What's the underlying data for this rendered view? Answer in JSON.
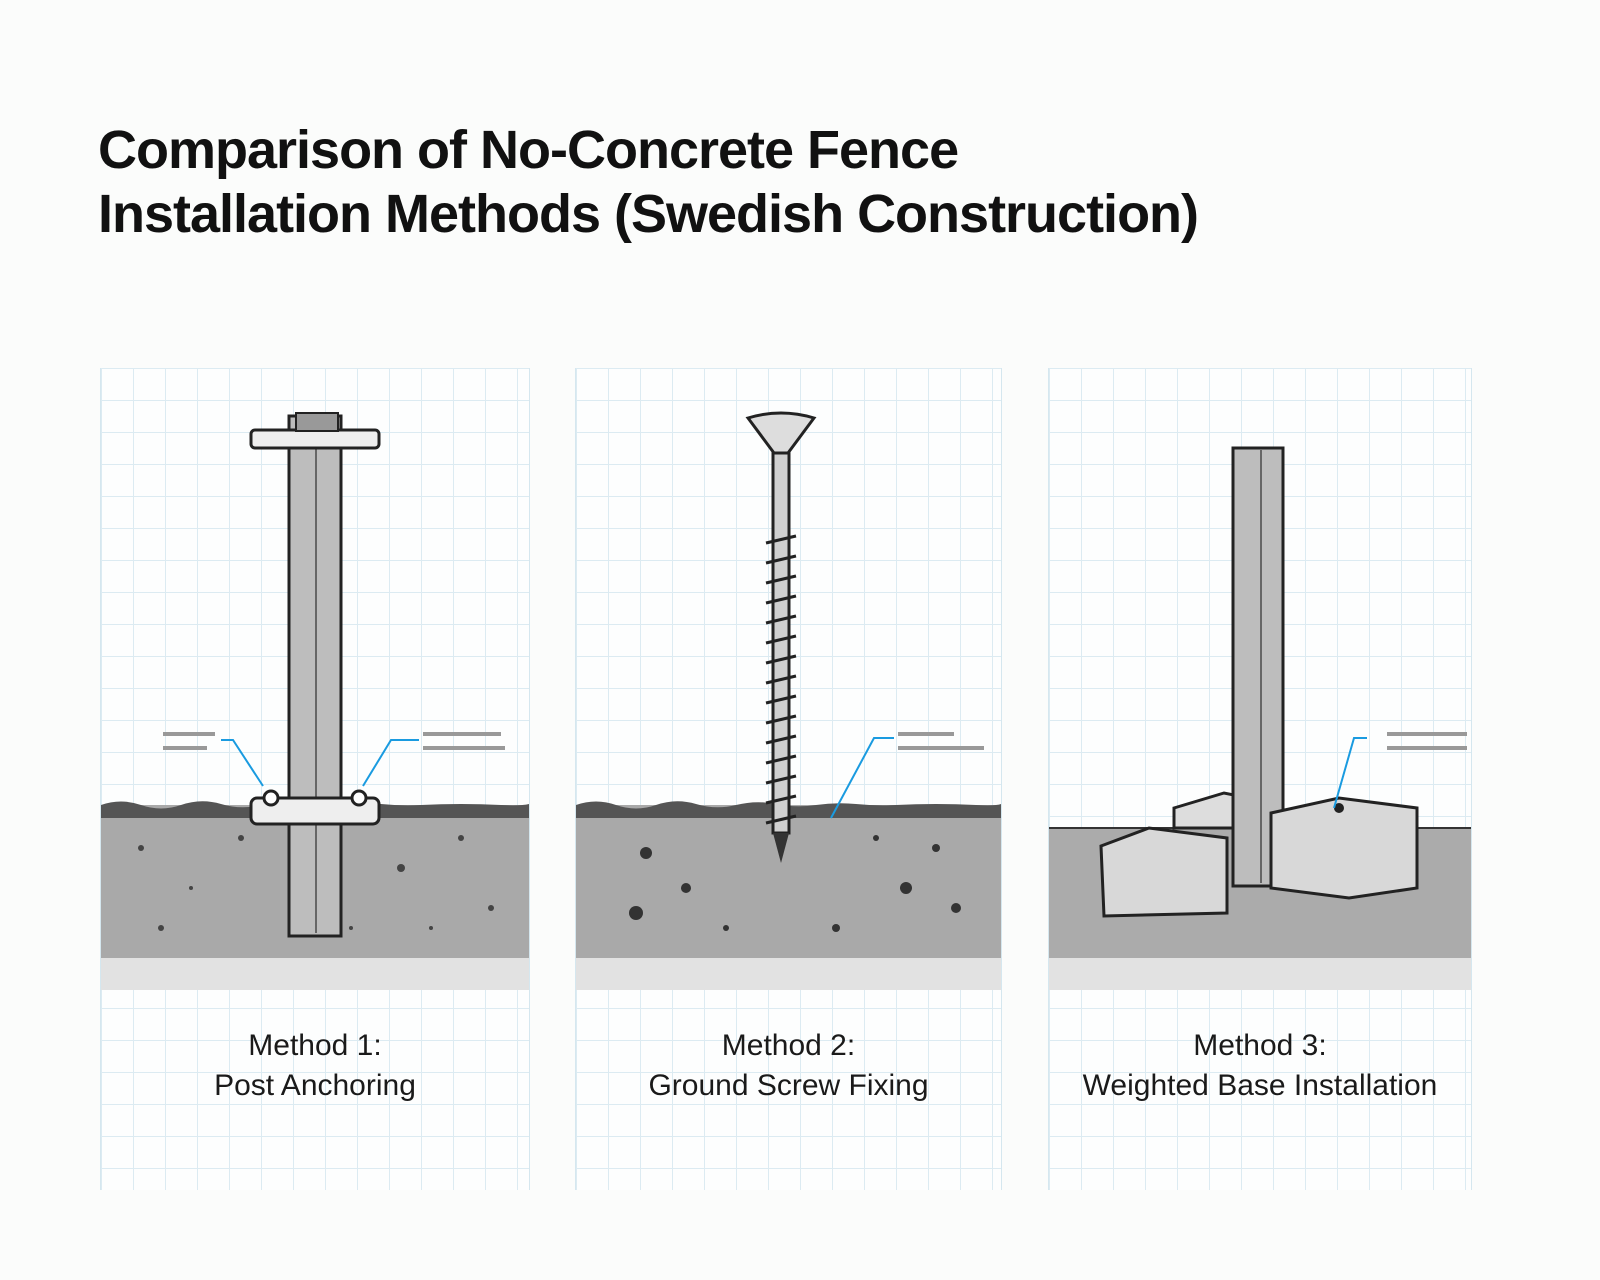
{
  "title_line1": "Comparison of No-Concrete Fence",
  "title_line2": "Installation Methods (Swedish Construction)",
  "methods": [
    {
      "number": "Method 1:",
      "name": "Post Anchoring"
    },
    {
      "number": "Method 2:",
      "name": "Ground Screw Fixing"
    },
    {
      "number": "Method 3:",
      "name": "Weighted Base Installation"
    }
  ],
  "colors": {
    "callout": "#1a9be0",
    "ground": "#a7a7a7",
    "post": "#b9b9b9"
  }
}
